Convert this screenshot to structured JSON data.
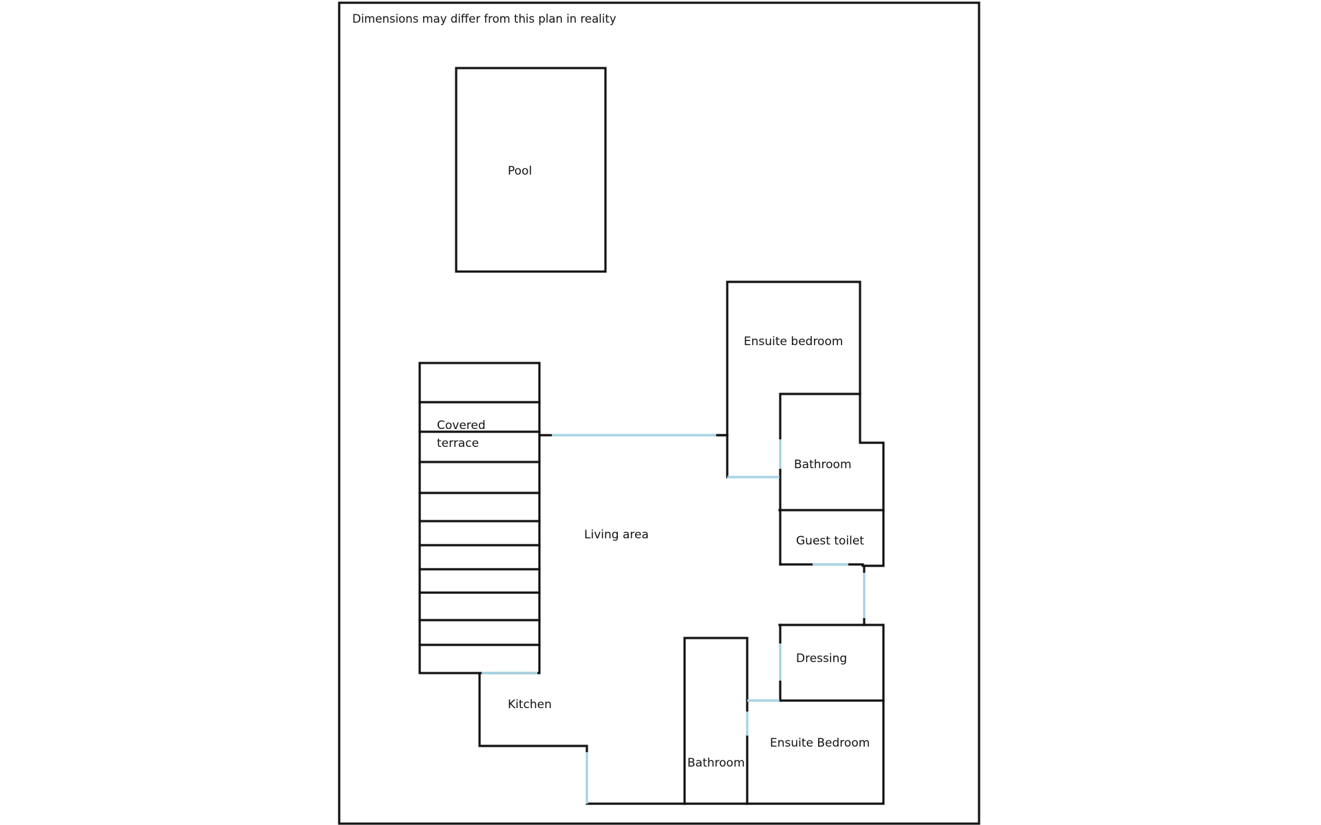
{
  "note": "Dimensions may differ from this plan in reality",
  "rooms": {
    "pool": "Pool",
    "ensuite_bedroom_top": "Ensuite bedroom",
    "covered_terrace_line1": "Covered",
    "covered_terrace_line2": "terrace",
    "bathroom_upper": "Bathroom",
    "living_area": "Living area",
    "guest_toilet": "Guest toilet",
    "dressing": "Dressing",
    "kitchen": "Kitchen",
    "ensuite_bedroom_bottom": "Ensuite Bedroom",
    "bathroom_lower": "Bathroom"
  },
  "colors": {
    "wall": "#111111",
    "opening": "#a7d4e2",
    "background": "#ffffff"
  }
}
